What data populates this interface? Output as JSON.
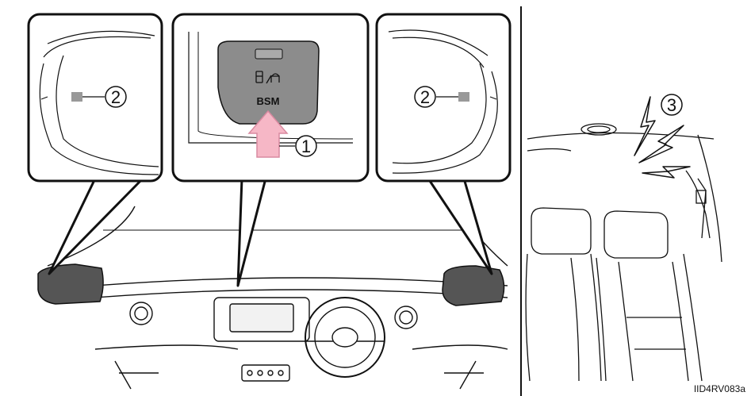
{
  "callouts": {
    "switch_number": "1",
    "left_indicator_number": "2",
    "right_indicator_number": "2",
    "buzzer_number": "3"
  },
  "switch_label": "BSM",
  "figure_code": "IID4RV083a",
  "colors": {
    "line": "#111111",
    "panel_gray": "#8c8c8c",
    "mirror_dark": "#555555",
    "arrow_pink": "#f6b7c6",
    "arrow_stroke": "#d98aa0",
    "light_fill": "#f2f2f2"
  }
}
